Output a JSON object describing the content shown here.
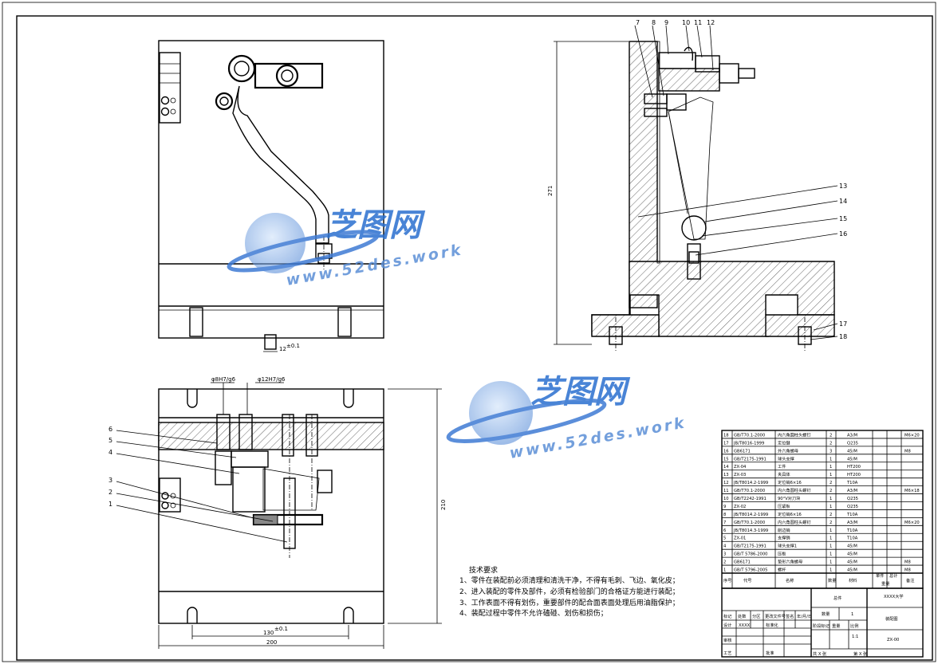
{
  "drawing": {
    "dims": {
      "front_bottom": "12",
      "front_bottom_tol": "±0.1",
      "side_height": "271",
      "plan_height": "210",
      "plan_slot_span": "130",
      "plan_slot_tol": "±0.1",
      "plan_width": "200",
      "fit_left": "φ8H7/g6",
      "fit_right": "φ12H7/g6"
    },
    "side_balloons": [
      "7",
      "8",
      "9",
      "10",
      "11",
      "12",
      "13",
      "14",
      "15",
      "16",
      "17",
      "18"
    ],
    "plan_balloons": [
      "6",
      "5",
      "4",
      "3",
      "2",
      "1"
    ]
  },
  "watermark": {
    "cn": "芝图网",
    "en": "www.52des.work"
  },
  "technical_requirements": {
    "title": "技术要求",
    "items": [
      "1、零件在装配前必须清理和清洗干净，不得有毛刺、飞边、氧化皮；",
      "2、进入装配的零件及部件，必须有检验部门的合格证方能进行装配；",
      "3、工作表面不得有划伤，重要部件的配合面表面处理后用油脂保护；",
      "4、装配过程中零件不允许磕碰、划伤和损伤；"
    ]
  },
  "bom": {
    "rows": [
      {
        "no": "18",
        "code": "GB/T70.1-2000",
        "name": "内六角圆柱头螺钉",
        "qty": "2",
        "mat": "A3/M",
        "note": "M6×20"
      },
      {
        "no": "17",
        "code": "JB/T8016-1999",
        "name": "定位键",
        "qty": "2",
        "mat": "Q235",
        "note": ""
      },
      {
        "no": "16",
        "code": "GB6171",
        "name": "外六角螺母",
        "qty": "3",
        "mat": "45/M",
        "note": "M8"
      },
      {
        "no": "15",
        "code": "GB/T2175-1991",
        "name": "球头支撑",
        "qty": "1",
        "mat": "45/M",
        "note": ""
      },
      {
        "no": "14",
        "code": "ZX-04",
        "name": "工件",
        "qty": "1",
        "mat": "HT200",
        "note": ""
      },
      {
        "no": "13",
        "code": "ZX-03",
        "name": "夹具体",
        "qty": "1",
        "mat": "HT200",
        "note": ""
      },
      {
        "no": "12",
        "code": "JB/T8014.2-1999",
        "name": "定位销6×16",
        "qty": "2",
        "mat": "T10A",
        "note": ""
      },
      {
        "no": "11",
        "code": "GB/T70.1-2000",
        "name": "内六角圆柱头螺钉",
        "qty": "2",
        "mat": "A3/M",
        "note": "M6×18"
      },
      {
        "no": "10",
        "code": "GB/T2242-1991",
        "name": "90°V对刀块",
        "qty": "1",
        "mat": "Q235",
        "note": ""
      },
      {
        "no": "9",
        "code": "ZX-02",
        "name": "压紧板",
        "qty": "1",
        "mat": "Q235",
        "note": ""
      },
      {
        "no": "8",
        "code": "JB/T8014.2-1999",
        "name": "定位销6×16",
        "qty": "2",
        "mat": "T10A",
        "note": ""
      },
      {
        "no": "7",
        "code": "GB/T70.1-2000",
        "name": "内六角圆柱头螺钉",
        "qty": "2",
        "mat": "A3/M",
        "note": "M6×20"
      },
      {
        "no": "6",
        "code": "JB/T8014.3-1999",
        "name": "削边销",
        "qty": "1",
        "mat": "T10A",
        "note": ""
      },
      {
        "no": "5",
        "code": "ZX-01",
        "name": "支撑销",
        "qty": "1",
        "mat": "T10A",
        "note": ""
      },
      {
        "no": "4",
        "code": "GB/T2175-1991",
        "name": "球头支撑1",
        "qty": "1",
        "mat": "45/M",
        "note": ""
      },
      {
        "no": "3",
        "code": "GB/T 5786-2000",
        "name": "压板",
        "qty": "1",
        "mat": "45/M",
        "note": ""
      },
      {
        "no": "2",
        "code": "GB6171",
        "name": "垫形六角螺母",
        "qty": "1",
        "mat": "45/M",
        "note": "M8"
      },
      {
        "no": "1",
        "code": "GB/T 5796-2005",
        "name": "螺杆",
        "qty": "1",
        "mat": "45/M",
        "note": "M8"
      }
    ],
    "header": {
      "no": "序号",
      "code": "代号",
      "name": "名称",
      "qty": "数量",
      "mat": "材料",
      "unit_weight": "单件",
      "total_weight": "总计",
      "weight": "重量",
      "note": "备注"
    }
  },
  "title_block": {
    "part": "总件",
    "org": "XXXX大学",
    "qty_label": "数量",
    "qty_value": "1",
    "drawing_name": "装配图",
    "stage_label": "阶段标记",
    "weight_label": "重量",
    "scale_label": "比例",
    "scale_value": "1:1",
    "drawing_no": "ZX-00",
    "sheet_left": "共 X 张",
    "sheet_right": "第 X 张",
    "rev_cols": [
      "标记",
      "处数",
      "分区",
      "更改文件号",
      "签名",
      "年/月/日"
    ],
    "rows": [
      "设计",
      "审核",
      "工艺"
    ],
    "design_name": "XXXX",
    "std_label": "标准化",
    "approve_label": "批准"
  }
}
